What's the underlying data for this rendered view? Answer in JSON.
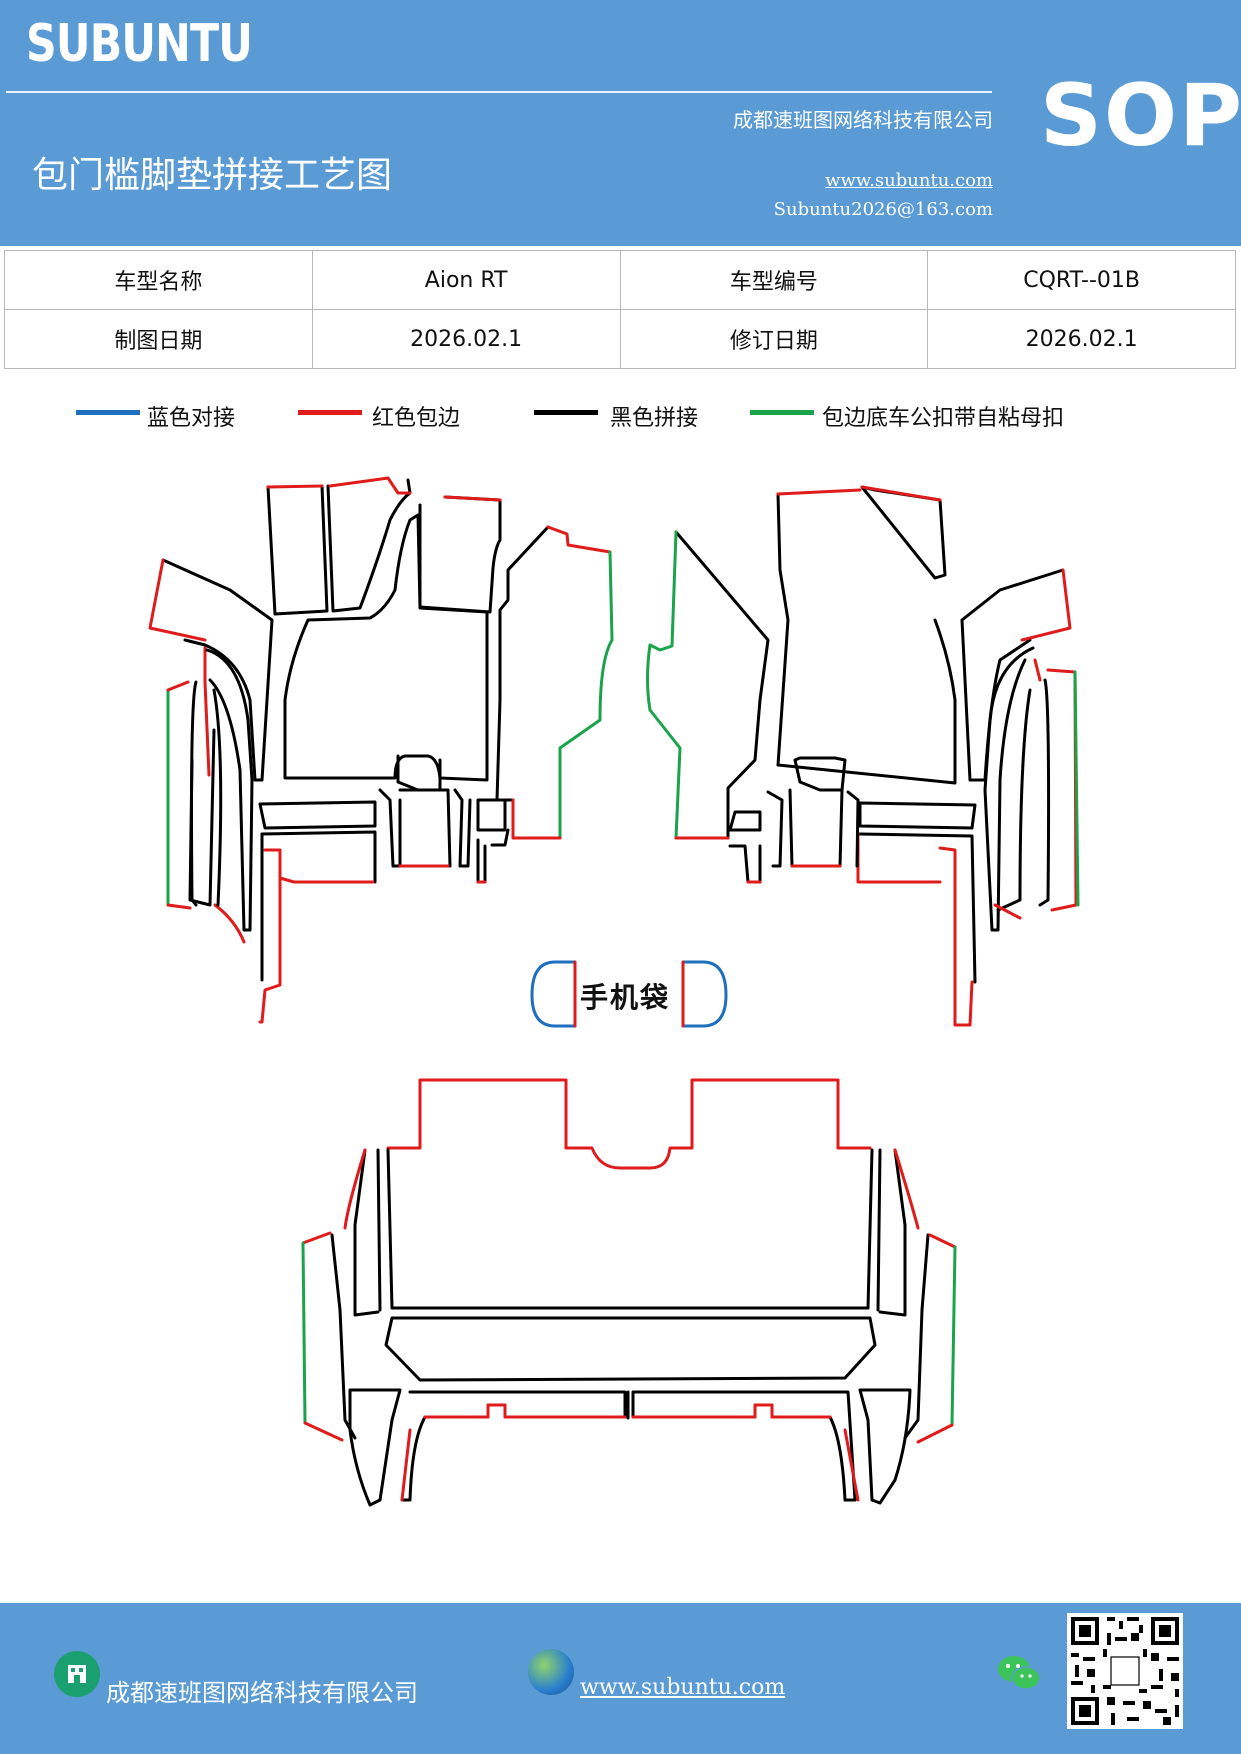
{
  "header": {
    "brand": "SUBUNTU",
    "company": "成都速班图网络科技有限公司",
    "title": "包门槛脚垫拼接工艺图",
    "website": "www.subuntu.com",
    "email": "Subuntu2026@163.com",
    "badge": "SOP"
  },
  "info": {
    "rows": [
      {
        "label1": "车型名称",
        "value1": "Aion RT",
        "label2": "车型编号",
        "value2": "CQRT--01B"
      },
      {
        "label1": "制图日期",
        "value1": "2026.02.1",
        "label2": "修订日期",
        "value2": "2026.02.1"
      }
    ]
  },
  "legend": [
    {
      "label": "蓝色对接",
      "color": "#1f6fbf"
    },
    {
      "label": "红色包边",
      "color": "#e01b1b"
    },
    {
      "label": "黑色拼接",
      "color": "#000000"
    },
    {
      "label": "包边底车公扣带自粘母扣",
      "color": "#1aa34a"
    }
  ],
  "drawing": {
    "phone_pocket_label": "手机袋"
  },
  "footer": {
    "company": "成都速班图网络科技有限公司",
    "website": "www.subuntu.com"
  },
  "icons": [
    "building-icon",
    "globe-icon",
    "wechat-icon",
    "qr-code"
  ]
}
